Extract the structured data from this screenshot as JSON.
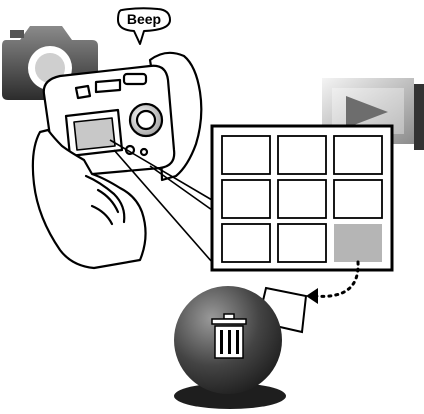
{
  "speech_bubble": {
    "text": "Beep"
  },
  "icons": {
    "record_mode": "camera-icon",
    "playback_mode": "play-icon",
    "delete": "trash-icon"
  },
  "thumbnail_grid": {
    "rows": 3,
    "columns": 3,
    "cells": [
      {
        "row": 1,
        "col": 1,
        "state": "image"
      },
      {
        "row": 1,
        "col": 2,
        "state": "image"
      },
      {
        "row": 1,
        "col": 3,
        "state": "image"
      },
      {
        "row": 2,
        "col": 1,
        "state": "image"
      },
      {
        "row": 2,
        "col": 2,
        "state": "image"
      },
      {
        "row": 2,
        "col": 3,
        "state": "image"
      },
      {
        "row": 3,
        "col": 1,
        "state": "image"
      },
      {
        "row": 3,
        "col": 2,
        "state": "image"
      },
      {
        "row": 3,
        "col": 3,
        "state": "deleted"
      }
    ]
  },
  "colors": {
    "outline": "#000000",
    "deleted_cell": "#b5b5b5",
    "camera_icon_dark": "#3a3a3a",
    "play_icon_light": "#d8d8d8",
    "trash_sphere": "#4a4a4a"
  }
}
